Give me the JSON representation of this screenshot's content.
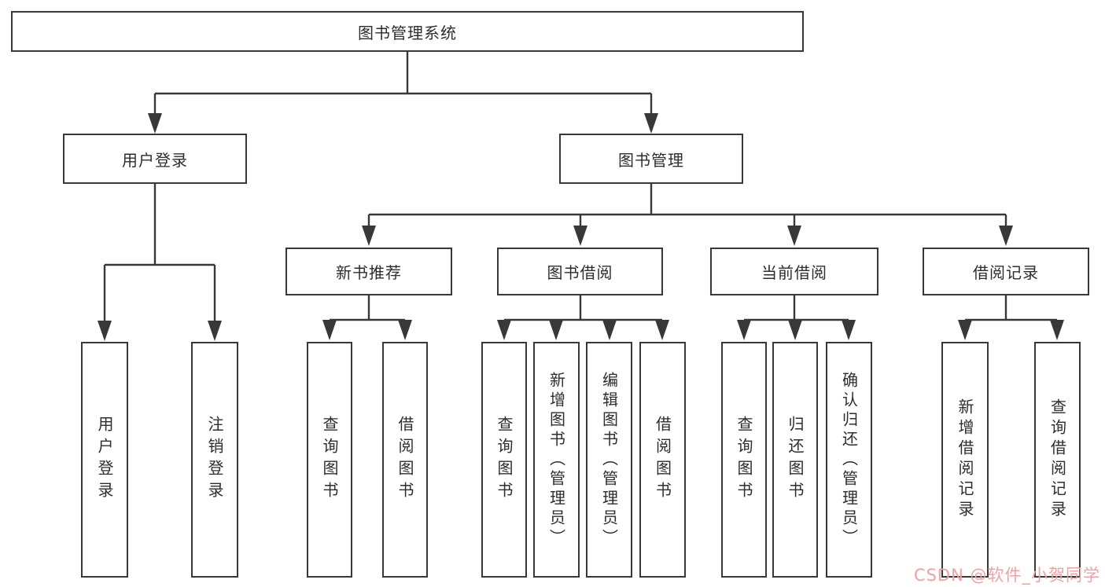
{
  "tree": {
    "root": {
      "label": "图书管理系统",
      "children": [
        {
          "label": "用户登录",
          "children": [
            {
              "label": "用户登录"
            },
            {
              "label": "注销登录"
            }
          ]
        },
        {
          "label": "图书管理",
          "children": [
            {
              "label": "新书推荐",
              "children": [
                {
                  "label": "查询图书"
                },
                {
                  "label": "借阅图书"
                }
              ]
            },
            {
              "label": "图书借阅",
              "children": [
                {
                  "label": "查询图书"
                },
                {
                  "label": "新增图书（管理员）"
                },
                {
                  "label": "编辑图书（管理员）"
                },
                {
                  "label": "借阅图书"
                }
              ]
            },
            {
              "label": "当前借阅",
              "children": [
                {
                  "label": "查询图书"
                },
                {
                  "label": "归还图书"
                },
                {
                  "label": "确认归还（管理员）"
                }
              ]
            },
            {
              "label": "借阅记录",
              "children": [
                {
                  "label": "新增借阅记录"
                },
                {
                  "label": "查询借阅记录"
                }
              ]
            }
          ]
        }
      ]
    }
  },
  "watermark": {
    "text": "CSDN @软件_小贺同学"
  },
  "colors": {
    "line": "#383838",
    "box_border": "#383838",
    "text": "#2d2d2d",
    "background": "#ffffff",
    "watermark": "#f0a2a2"
  }
}
